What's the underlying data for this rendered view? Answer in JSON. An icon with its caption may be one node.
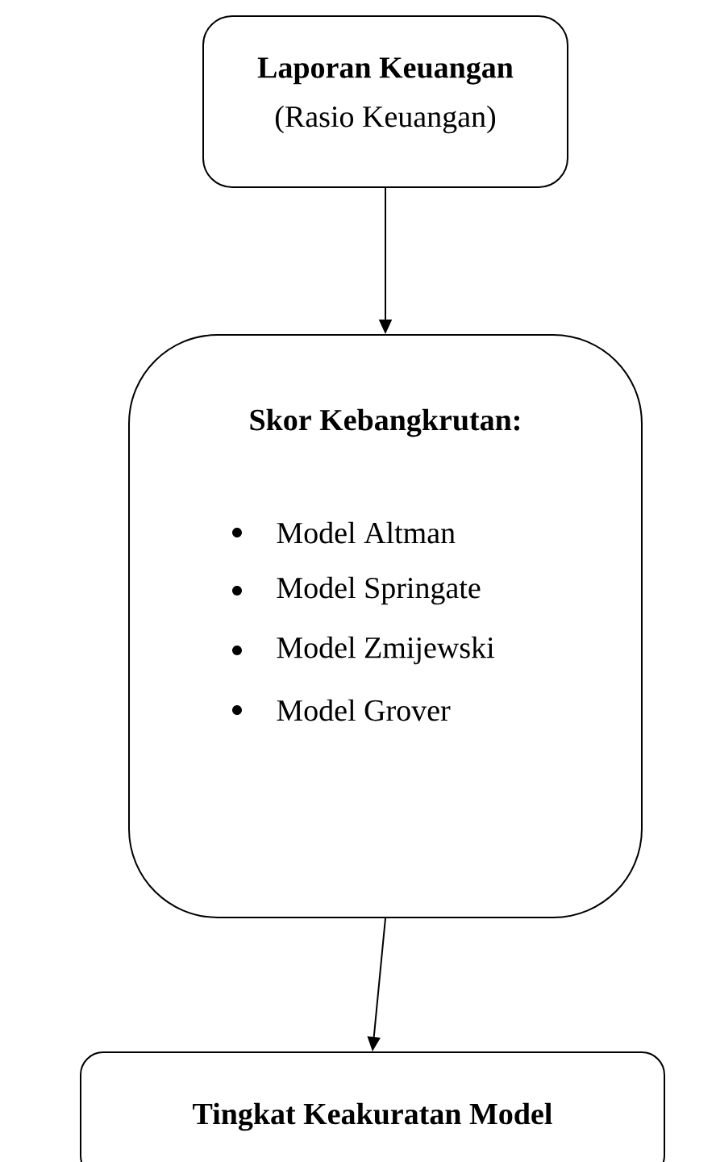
{
  "diagram": {
    "nodes": [
      {
        "text": [
          "Laporan Keuangan",
          "(Rasio Keuangan)"
        ]
      },
      {
        "text": [
          "Skor Kebangkrutan:",
          "Model Altman",
          "Model Springate",
          "Model Zmijewski",
          "Model Grover"
        ]
      },
      {
        "text": [
          "Tingkat Keakuratan Model"
        ]
      }
    ],
    "edges": [
      {
        "from": 0,
        "to": 1,
        "arrow": "to"
      },
      {
        "from": 1,
        "to": 2,
        "arrow": "to"
      }
    ]
  }
}
